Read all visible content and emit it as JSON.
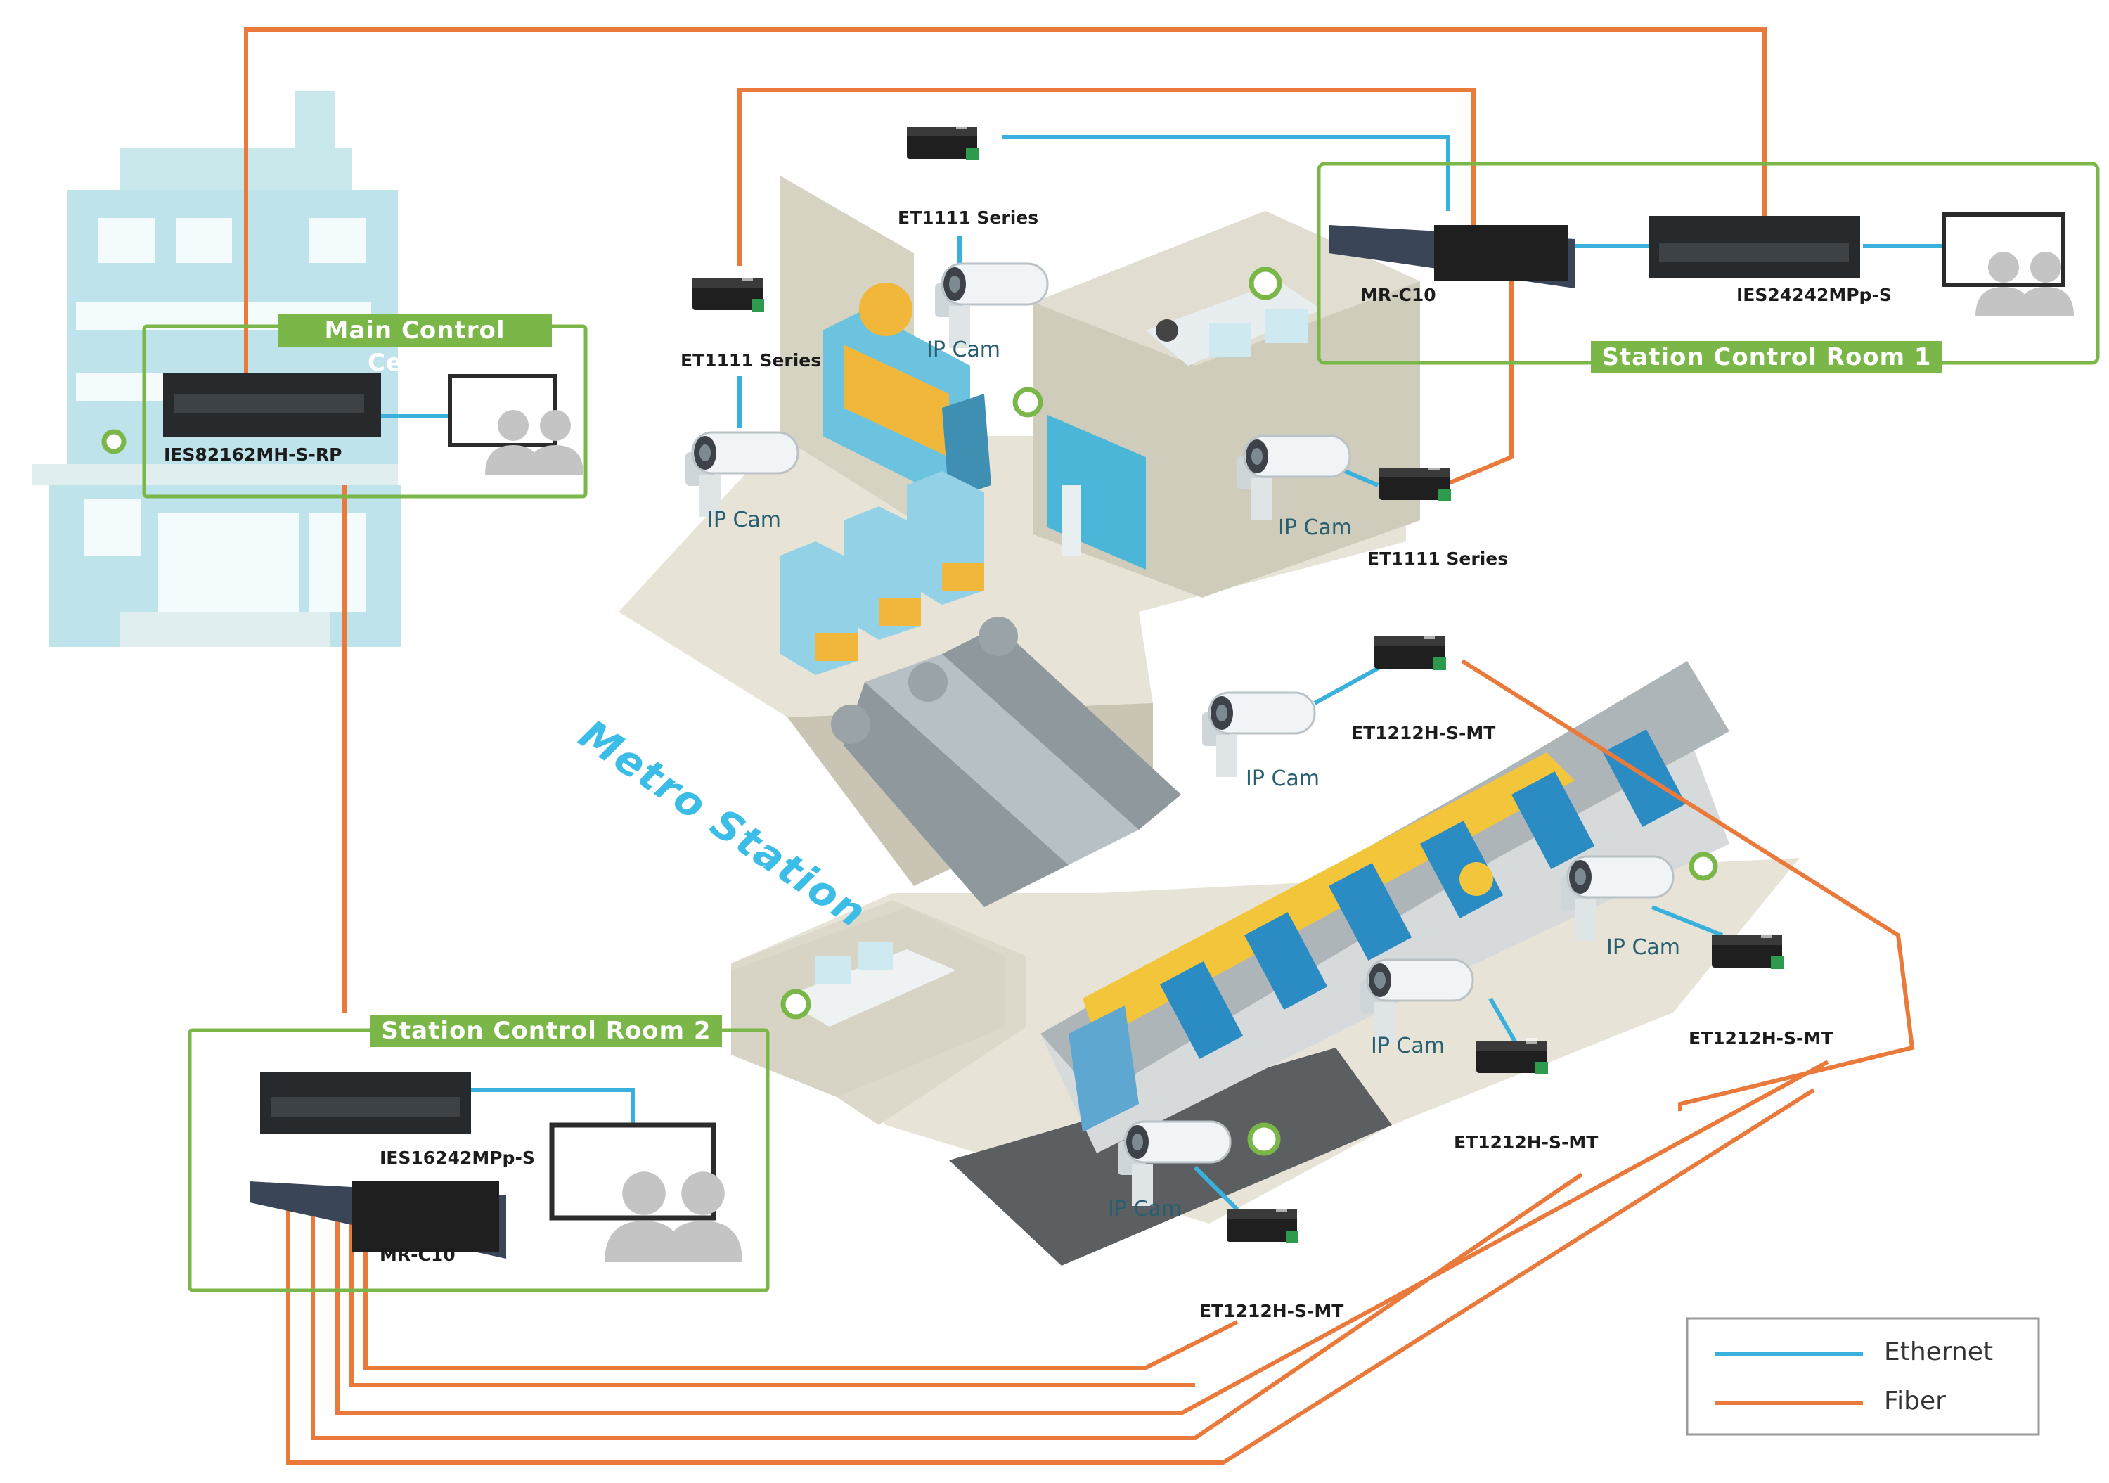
{
  "title": "Metro Station",
  "colors": {
    "ethernet": "#3ab0dc",
    "fiber": "#e97a3b",
    "zone": "#7ab648"
  },
  "zones": {
    "main_control": "Main Control Center",
    "scr1": "Station Control Room 1",
    "scr2": "Station Control Room 2"
  },
  "devices": {
    "ies82162": "IES82162MH-S-RP",
    "ies24242": "IES24242MPp-S",
    "ies16242": "IES16242MPp-S",
    "mrc10_a": "MR-C10",
    "mrc10_b": "MR-C10",
    "et1111_a": "ET1111 Series",
    "et1111_b": "ET1111 Series",
    "et1111_c": "ET1111 Series",
    "et1212_a": "ET1212H-S-MT",
    "et1212_b": "ET1212H-S-MT",
    "et1212_c": "ET1212H-S-MT",
    "et1212_d": "ET1212H-S-MT"
  },
  "cameras": {
    "cam1": "IP Cam",
    "cam2": "IP Cam",
    "cam3": "IP Cam",
    "cam4": "IP Cam",
    "cam5": "IP Cam",
    "cam6": "IP Cam",
    "cam7": "IP Cam"
  },
  "legend": {
    "ethernet": "Ethernet",
    "fiber": "Fiber"
  },
  "icons": [
    "building-icon",
    "network-switch-icon",
    "rack-chassis-icon",
    "media-converter-icon",
    "ip-camera-icon",
    "monitor-icon",
    "users-icon",
    "train-icon",
    "escalator-icon",
    "ticket-machine-icon",
    "gate-icon"
  ]
}
